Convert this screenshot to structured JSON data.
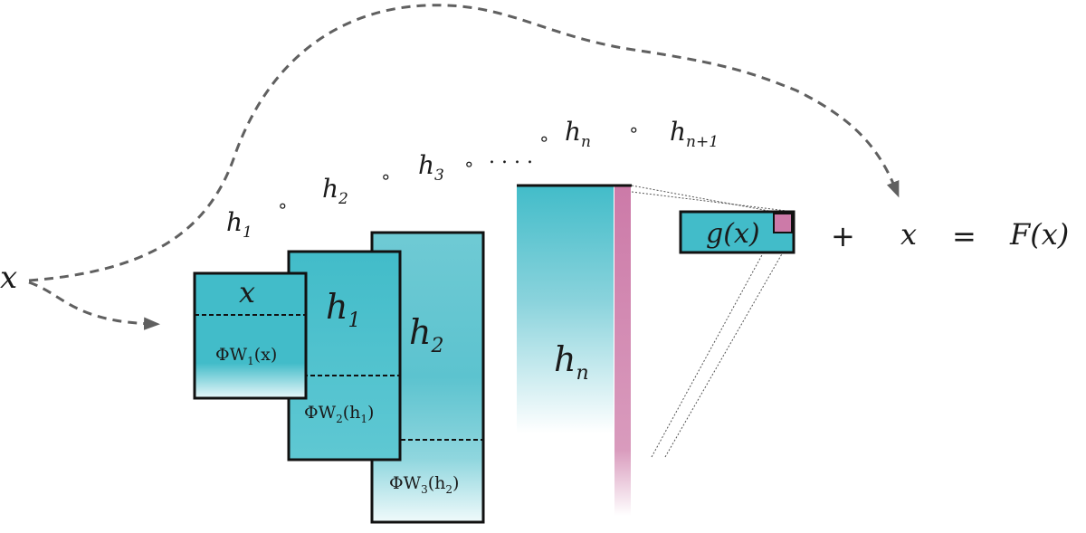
{
  "input_label": "x",
  "composition": {
    "h1": "h",
    "h1_sub": "1",
    "h2": "h",
    "h2_sub": "2",
    "h3": "h",
    "h3_sub": "3",
    "hn": "h",
    "hn_sub": "n",
    "hn1": "h",
    "hn1_sub": "n+1",
    "compose_symbol": "∘",
    "ellipsis": ". . . ."
  },
  "blocks": {
    "b1_title": "x",
    "b1_phi": "ΦW",
    "b1_phi_sub": "1",
    "b1_phi_arg": "(x)",
    "b2_title": "h",
    "b2_title_sub": "1",
    "b2_phi": "ΦW",
    "b2_phi_sub": "2",
    "b2_phi_arg": "(h",
    "b2_phi_arg_sub": "1",
    "b2_phi_close": ")",
    "b3_title": "h",
    "b3_title_sub": "2",
    "b3_phi": "ΦW",
    "b3_phi_sub": "3",
    "b3_phi_arg": "(h",
    "b3_phi_arg_sub": "2",
    "b3_phi_close": ")",
    "bn_title": "h",
    "bn_title_sub": "n"
  },
  "output": {
    "gx": "g(x)",
    "plus": "+",
    "x": "x",
    "equals": "=",
    "fx": "F(x)"
  },
  "colors": {
    "teal": "#42bcc9",
    "teal_light": "#e8f7f9",
    "pink": "#cc7aa8",
    "arrow": "#606060",
    "stroke": "#111111"
  }
}
